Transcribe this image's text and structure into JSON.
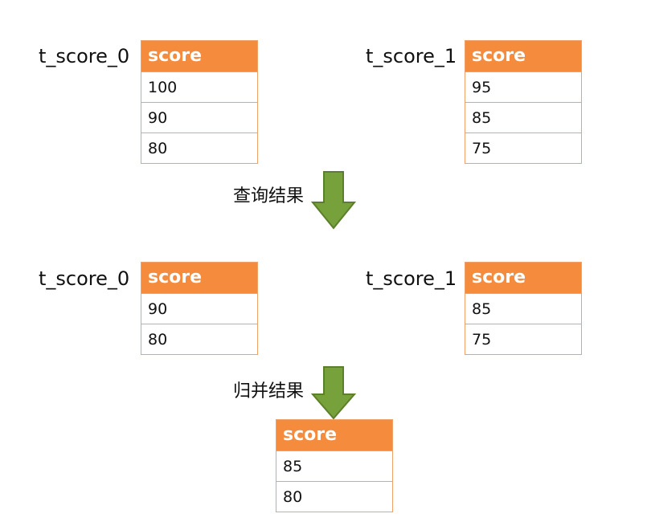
{
  "stage1": {
    "left": {
      "name": "t_score_0",
      "header": "score",
      "rows": [
        "100",
        "90",
        "80"
      ]
    },
    "right": {
      "name": "t_score_1",
      "header": "score",
      "rows": [
        "95",
        "85",
        "75"
      ]
    }
  },
  "step1_label": "查询结果",
  "stage2": {
    "left": {
      "name": "t_score_0",
      "header": "score",
      "rows": [
        "90",
        "80"
      ]
    },
    "right": {
      "name": "t_score_1",
      "header": "score",
      "rows": [
        "85",
        "75"
      ]
    }
  },
  "step2_label": "归并结果",
  "result": {
    "header": "score",
    "rows": [
      "85",
      "80"
    ]
  },
  "colors": {
    "header_fill": "#f58b3c",
    "border": "#f0a069",
    "arrow_fill": "#77a13b",
    "arrow_stroke": "#5b7f2b"
  }
}
